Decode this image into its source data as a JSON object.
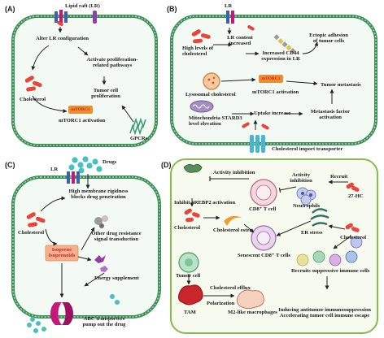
{
  "panels": {
    "a": {
      "label": "(A)",
      "lipid_raft": "Lipid raft (LR)",
      "alter": "Alter LR configuration",
      "activate": "Activate proliferation-\nrelated pathways",
      "cholesterol": "Cholesterol",
      "tumor_prolif": "Tumor cell\nproliferation",
      "mtorc1_box": "mTORC1",
      "mtorc1_act": "mTORC1 activation",
      "gpcrs": "GPCRs"
    },
    "b": {
      "label": "(B)",
      "lr": "LR",
      "lr_content": "LR content\nincreased",
      "high_levels": "High levels of\ncholesterol",
      "cd44": "Increased CD44\nexpression in LR",
      "ectopic": "Ectopic adhesion\nof tumor cells",
      "lyso": "Lysosomal cholesterol",
      "mtorc1_box": "mTORC1",
      "mtorc1_act": "mTORC1 activation",
      "metastasis": "Tumor metastasis",
      "mito": "Mitochondria STARD3\nlevel elevation",
      "uptake": "Uptake increase",
      "metfactor": "Metastasis factor\nactivation",
      "import": "Cholesterol import transporter"
    },
    "c": {
      "label": "(C)",
      "lr": "LR",
      "drugs": "Drugs",
      "rigidity": "High membrane rigidness\nblocks drug penetration",
      "cholesterol": "Cholesterol",
      "other": "Other drug resistance\nsignal transduction",
      "isoprene": "Isoprene\nIsoprenoids",
      "energy": "Energy supplement",
      "abc": "ABC transporters\npump out the drug"
    },
    "d": {
      "label": "(D)",
      "act_inhib1": "Activity inhibition",
      "act_inhib2": "Activity\ninhibition",
      "recruit": "Recruit",
      "inhibit_srebp2": "Inhibit SREBP2 activation",
      "cd8": "CD8⁺ T cell",
      "neutrophils": "Neutrophils",
      "hc27": "27-HC",
      "cholesterol1": "Cholesterol",
      "ester": "Cholesterol ester",
      "er_stress": "ER stress",
      "cholesterol2": "Cholesterol",
      "senescent": "Senescent CD8⁺ T cells",
      "tumor_cell": "Tumor cell",
      "recruits": "Recruits suppressive immune cells",
      "efflux": "Cholesterol efflux",
      "tam": "TAM",
      "polarization": "Polarization",
      "m2": "M2-like macrophages",
      "inducing": "Inducing antitumor immunosuppression\nAccelerating tumor cell immune escape"
    }
  },
  "colors": {
    "membrane": "#3a8e56",
    "membrane_fill": "#f3faf4",
    "panel_d_border": "#86bd4c",
    "panel_d_fill": "#f7fbef",
    "cholesterol_pill": "#e8453d",
    "mtorc1": "#ee8d2f",
    "isoprene_box": "#f6b08f",
    "drug": "#46c1c2",
    "transporter": "#c5187a",
    "text_red": "#c8262a"
  }
}
